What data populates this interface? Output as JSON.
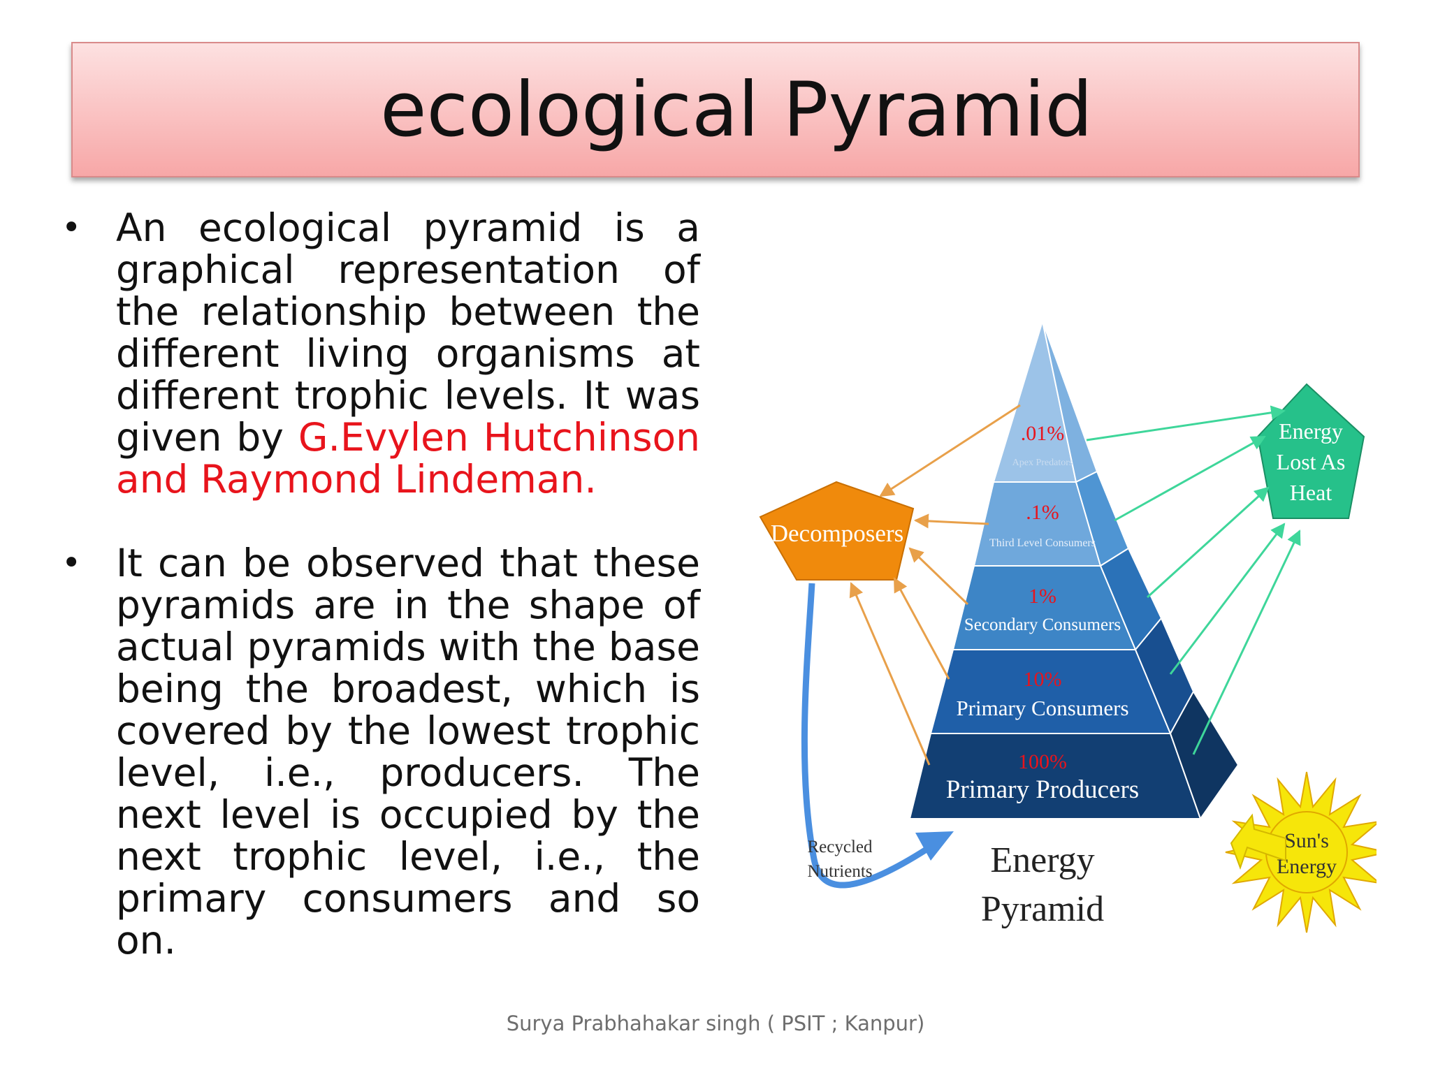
{
  "slide": {
    "title": "ecological Pyramid",
    "bullets": [
      {
        "text": "An ecological pyramid is a graphical representation of the relationship between the different living organisms at different trophic levels. It was given by ",
        "highlight": "G.Evylen Hutchinson and Raymond Lindeman."
      },
      {
        "text": "It can be observed that these pyramids are in the shape of actual pyramids with the base being the broadest, which is covered by the lowest trophic level, i.e., producers. The next level is occupied by the next trophic level, i.e., the primary consumers and so on.",
        "highlight": ""
      }
    ],
    "footer": "Surya Prabhahakar singh ( PSIT ; Kanpur)"
  },
  "pyramid": {
    "levels": [
      {
        "percent": ".01%",
        "label": "Apex Predators",
        "color": "#9cc3e8"
      },
      {
        "percent": ".1%",
        "label": "Third Level Consumers",
        "color": "#6fa8dc"
      },
      {
        "percent": "1%",
        "label": "Secondary Consumers",
        "color": "#3d85c6"
      },
      {
        "percent": "10%",
        "label": "Primary Consumers",
        "color": "#1f5fa8"
      },
      {
        "percent": "100%",
        "label": "Primary Producers",
        "color": "#123f73"
      }
    ],
    "caption_line1": "Energy",
    "caption_line2": "Pyramid",
    "decomposers": "Decomposers",
    "heat_line1": "Energy",
    "heat_line2": "Lost As",
    "heat_line3": "Heat",
    "sun_line1": "Sun's",
    "sun_line2": "Energy",
    "recycled_line1": "Recycled",
    "recycled_line2": "Nutrients",
    "colors": {
      "decomposers": "#f08a0c",
      "heat": "#26c18a",
      "sun": "#f6e60a",
      "percent_text": "#e8141c",
      "orange_arrow": "#e8a04a",
      "green_arrow": "#3ed69a",
      "blue_arrow": "#4a8fe0"
    }
  }
}
